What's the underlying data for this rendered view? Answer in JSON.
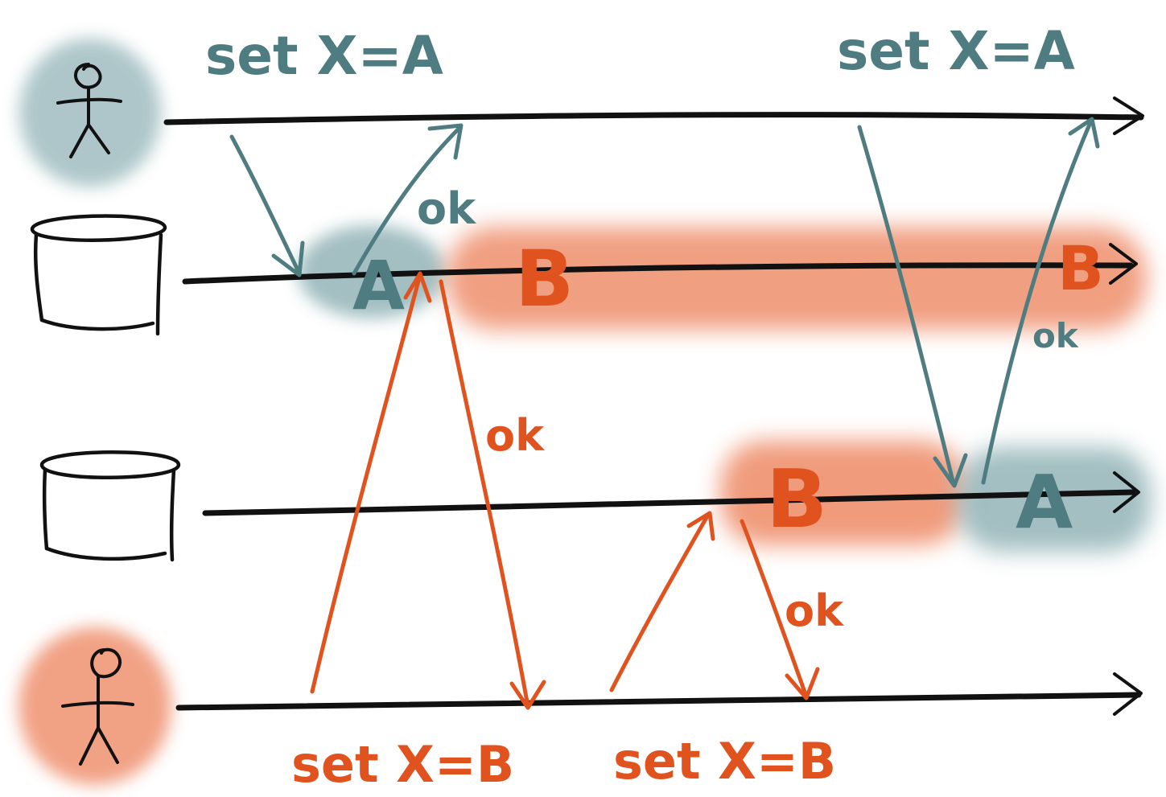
{
  "colors": {
    "client_a": "#4f7c80",
    "client_b": "#e0531f",
    "ink": "#111111",
    "blob_teal": "#93b4b7",
    "blob_orange": "#ee8a66",
    "background": "#ffffff"
  },
  "icons": {
    "client_a": "stick-figure-icon",
    "client_b": "stick-figure-icon",
    "replica_1": "database-cylinder-icon",
    "replica_2": "database-cylinder-icon"
  },
  "labels": {
    "client_a_set_1": "set X=A",
    "client_a_set_2": "set X=A",
    "client_b_set_1": "set X=B",
    "client_b_set_2": "set X=B",
    "ack_a_replica1": "ok",
    "ack_a_replica1_late": "ok",
    "ack_b_replica1": "ok",
    "ack_b_replica2": "ok",
    "replica1_value_a": "A",
    "replica1_value_b": "B",
    "replica1_value_b_end": "B",
    "replica2_value_b": "B",
    "replica2_value_a": "A"
  }
}
